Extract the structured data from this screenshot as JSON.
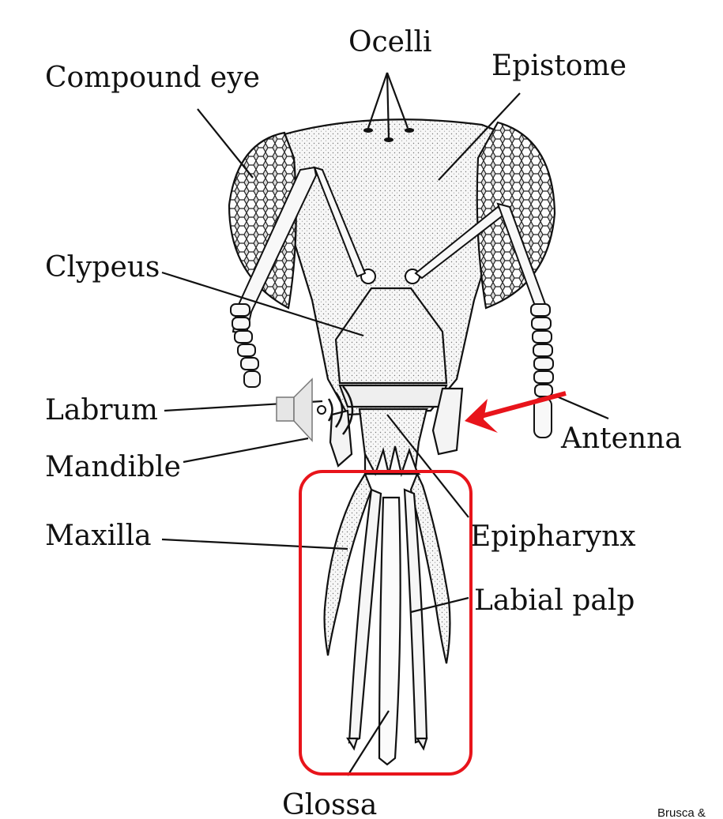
{
  "labels": {
    "ocelli": "Ocelli",
    "compound_eye": "Compound eye",
    "epistome": "Epistome",
    "clypeus": "Clypeus",
    "labrum": "Labrum",
    "mandible": "Mandible",
    "maxilla": "Maxilla",
    "antenna": "Antenna",
    "epipharynx": "Epipharynx",
    "labial_palp": "Labial palp",
    "glossa": "Glossa"
  },
  "credit": "Brusca &",
  "icons": {
    "speaker": "speaker-icon"
  },
  "colors": {
    "highlight": "#e8141b",
    "ink": "#111111",
    "stipple": "#f4f4f4"
  }
}
